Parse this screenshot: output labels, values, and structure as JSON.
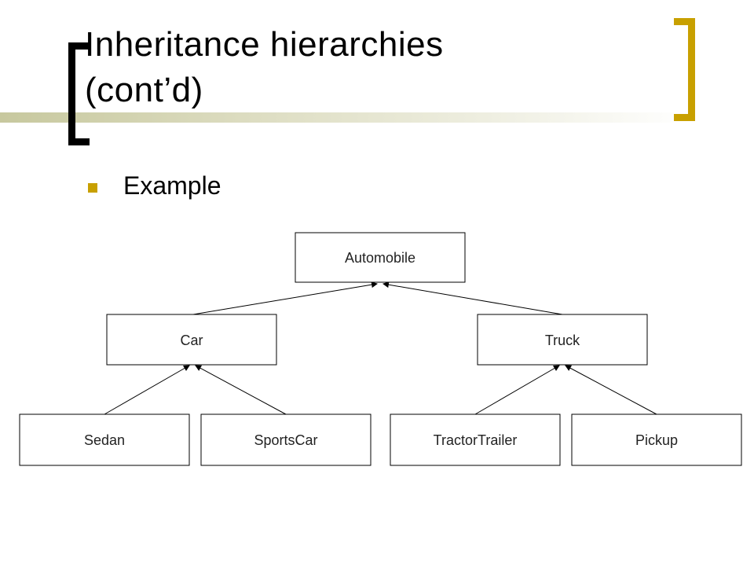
{
  "slide": {
    "title": "Inheritance hierarchies\n(cont’d)",
    "bullet": "Example",
    "colors": {
      "accent": "#c8a000",
      "rule": "#d8d8b8",
      "text": "#000000"
    }
  },
  "diagram": {
    "nodes": {
      "automobile": "Automobile",
      "car": "Car",
      "truck": "Truck",
      "sedan": "Sedan",
      "sportscar": "SportsCar",
      "tractortrailer": "TractorTrailer",
      "pickup": "Pickup"
    }
  }
}
